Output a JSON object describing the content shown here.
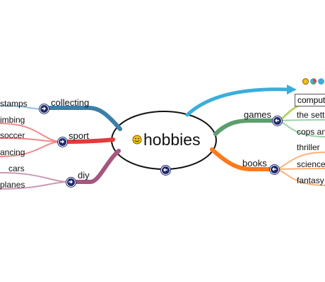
{
  "center": {
    "label": "hobbies",
    "icon": "smiley-icon"
  },
  "branches": {
    "collecting": {
      "label": "collecting",
      "color": "#3d7fa6",
      "children": [
        "stamps"
      ]
    },
    "sport": {
      "label": "sport",
      "color": "#e23b3b",
      "children": [
        "climbing",
        "soccer",
        "dancing"
      ]
    },
    "diy": {
      "label": "diy",
      "color": "#a6577f",
      "children": [
        "cars",
        "planes"
      ]
    },
    "games": {
      "label": "games",
      "color": "#5d9e6f",
      "children": [
        "computer",
        "the settlers",
        "cops and"
      ]
    },
    "books": {
      "label": "books",
      "color": "#ff7a1a",
      "children": [
        "thriller",
        "science",
        "fantasy"
      ]
    }
  },
  "visible_text": {
    "stamps": "stamps",
    "climbing": "imbing",
    "soccer": "soccer",
    "dancing": "ancing",
    "cars": "cars",
    "planes": "planes",
    "computer": "compute",
    "settlers": "the settl",
    "cops": "cops an",
    "thriller": "thriller",
    "science": "science",
    "fantasy": "fantasy"
  },
  "colors": {
    "arrow": "#3aaedb",
    "toggle": "#1f2a6b",
    "games_child_top": "#b8d36a",
    "games_child": "#9bd3a8",
    "books_child": "#ffb07a",
    "sport_child": "#ee8a8a",
    "diy_child": "#c99ab3",
    "collecting_child": "#8ec1de"
  }
}
